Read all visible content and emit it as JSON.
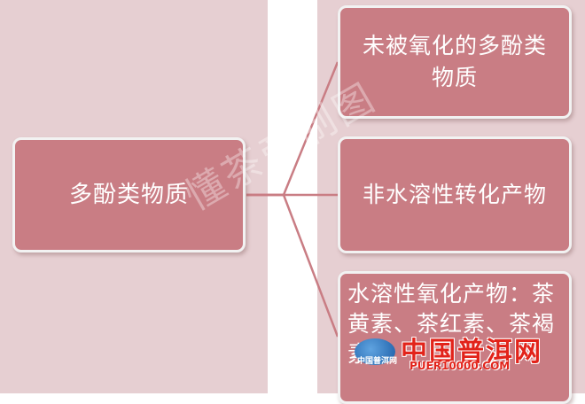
{
  "diagram": {
    "root": "多酚类物质",
    "children": [
      "未被氧化的多酚类物质",
      "非水溶性转化产物",
      "水溶性氧化产物：茶黄素、茶红素、茶褐素"
    ]
  },
  "watermark": "懂茶帝制图",
  "logo": {
    "globe_text": "中国普洱网",
    "name": "中国普洱网",
    "url": "PUER10000.COM"
  },
  "colors": {
    "panel": "#e6cfd2",
    "box": "#c97d84",
    "connector": "#c97d84",
    "logo": "#e2231a"
  }
}
